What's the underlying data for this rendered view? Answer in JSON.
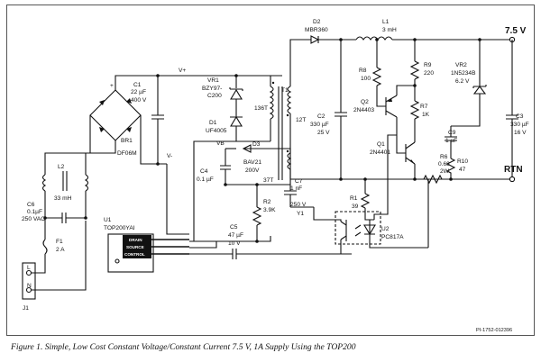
{
  "caption": "Figure 1. Simple, Low Cost Constant Voltage/Constant Current 7.5 V, 1A Supply Using the TOP200",
  "ref_code": "PI-1752-012396",
  "outputs": {
    "vout": "7.5 V",
    "rtn": "RTN"
  },
  "nets": {
    "vplus": "V+",
    "vminus": "V-",
    "vb": "VB",
    "y1": "Y1"
  },
  "components": {
    "C1": {
      "ref": "C1",
      "v1": "22 µF",
      "v2": "400 V"
    },
    "BR1": {
      "ref": "BR1",
      "v1": "DF06M"
    },
    "L2": {
      "ref": "L2",
      "v1": "33 mH"
    },
    "C6": {
      "ref": "C6",
      "v1": "0.1µF",
      "v2": "250 VAC"
    },
    "F1": {
      "ref": "F1",
      "v1": "2 A"
    },
    "J1": {
      "ref": "J1",
      "pinL": "L",
      "pinN": "N"
    },
    "VR1": {
      "ref": "VR1",
      "v1": "BZY97-",
      "v2": "C200"
    },
    "D1": {
      "ref": "D1",
      "v1": "UF4005"
    },
    "T1": {
      "ref": "T1",
      "pri": "136T",
      "sec": "12T",
      "bias": "37T"
    },
    "D3": {
      "ref": "D3",
      "v1": "BAV21",
      "v2": "200V"
    },
    "C4": {
      "ref": "C4",
      "v1": "0.1 µF"
    },
    "C7": {
      "ref": "C7",
      "v1": "1 nF",
      "v2": "250 V"
    },
    "R2": {
      "ref": "R2",
      "v1": "3.9K"
    },
    "C5": {
      "ref": "C5",
      "v1": "47 µF",
      "v2": "10 V"
    },
    "U1": {
      "ref": "U1",
      "v1": "TOP200YAI",
      "pin_d": "DRAIN",
      "pin_s": "SOURCE",
      "pin_c": "CONTROL"
    },
    "D2": {
      "ref": "D2",
      "v1": "MBR360"
    },
    "L1": {
      "ref": "L1",
      "v1": "3 mH"
    },
    "C2": {
      "ref": "C2",
      "v1": "330 µF",
      "v2": "25 V"
    },
    "R8": {
      "ref": "R8",
      "v1": "100"
    },
    "R9": {
      "ref": "R9",
      "v1": "220"
    },
    "Q2": {
      "ref": "Q2",
      "v1": "2N4403"
    },
    "R7": {
      "ref": "R7",
      "v1": "1K"
    },
    "VR2": {
      "ref": "VR2",
      "v1": "1N5234B",
      "v2": "6.2 V"
    },
    "C3": {
      "ref": "C3",
      "v1": "330 µF",
      "v2": "16 V"
    },
    "C9": {
      "ref": "C9",
      "v1": "1 µF"
    },
    "Q1": {
      "ref": "Q1",
      "v1": "2N4401"
    },
    "R6": {
      "ref": "R6",
      "v1": "0.68",
      "v2": "2W"
    },
    "R10": {
      "ref": "R10",
      "v1": "47"
    },
    "R1": {
      "ref": "R1",
      "v1": "39"
    },
    "U2": {
      "ref": "U2",
      "v1": "PC817A"
    }
  }
}
